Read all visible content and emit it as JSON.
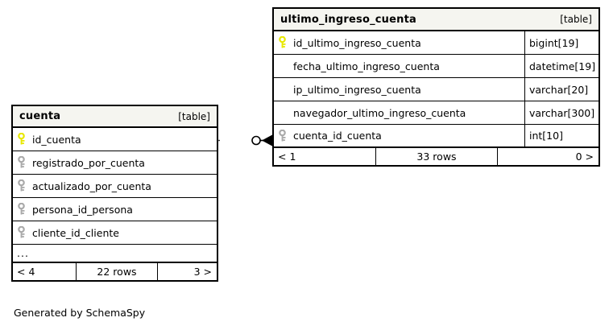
{
  "diagram": {
    "caption": "Generated by SchemaSpy",
    "background_color": "#ffffff",
    "border_color": "#000000",
    "header_fill": "#f5f5f0",
    "pk_key_color": "#e8e800",
    "fk_key_color": "#aaaaaa"
  },
  "tables": [
    {
      "name": "ultimo_ingreso_cuenta",
      "kind": "[table]",
      "has_type_column": true,
      "columns": [
        {
          "name": "id_ultimo_ingreso_cuenta",
          "type": "bigint[19]",
          "key": "primary"
        },
        {
          "name": "fecha_ultimo_ingreso_cuenta",
          "type": "datetime[19]",
          "key": "none"
        },
        {
          "name": "ip_ultimo_ingreso_cuenta",
          "type": "varchar[20]",
          "key": "none"
        },
        {
          "name": "navegador_ultimo_ingreso_cuenta",
          "type": "varchar[300]",
          "key": "none"
        },
        {
          "name": "cuenta_id_cuenta",
          "type": "int[10]",
          "key": "foreign"
        }
      ],
      "footer": {
        "left": "< 1",
        "middle": "33 rows",
        "right": "0 >"
      }
    },
    {
      "name": "cuenta",
      "kind": "[table]",
      "has_type_column": false,
      "columns": [
        {
          "name": "id_cuenta",
          "type": "",
          "key": "primary"
        },
        {
          "name": "registrado_por_cuenta",
          "type": "",
          "key": "foreign"
        },
        {
          "name": "actualizado_por_cuenta",
          "type": "",
          "key": "foreign"
        },
        {
          "name": "persona_id_persona",
          "type": "",
          "key": "foreign"
        },
        {
          "name": "cliente_id_cliente",
          "type": "",
          "key": "foreign"
        },
        {
          "name": "...",
          "type": "",
          "key": "ellipsis"
        }
      ],
      "footer": {
        "left": "< 4",
        "middle": "22 rows",
        "right": "3 >"
      }
    }
  ],
  "relationship": {
    "from_table": "cuenta",
    "to_table": "ultimo_ingreso_cuenta",
    "to_column": "cuenta_id_cuenta",
    "source_symbol": "zero-optional-circle",
    "target_symbol": "crows-foot-many"
  }
}
